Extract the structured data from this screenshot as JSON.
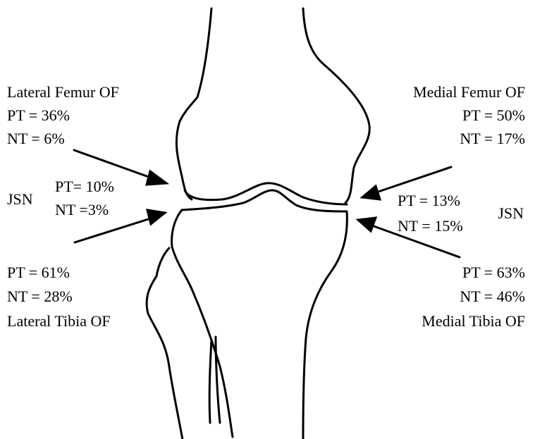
{
  "colors": {
    "line": "#000000",
    "background": "#ffffff"
  },
  "labels": {
    "lateral_femur": {
      "title": "Lateral Femur OF",
      "pt": "PT = 36%",
      "nt": "NT = 6%"
    },
    "medial_femur": {
      "title": "Medial Femur OF",
      "pt": "PT = 50%",
      "nt": "NT = 17%"
    },
    "jsn_left": {
      "title": "JSN",
      "pt": "PT= 10%",
      "nt": "NT =3%"
    },
    "jsn_right": {
      "title": "JSN",
      "pt": "PT = 13%",
      "nt": "NT = 15%"
    },
    "lateral_tibia": {
      "title": "Lateral Tibia OF",
      "pt": "PT = 61%",
      "nt": "NT = 28%"
    },
    "medial_tibia": {
      "title": "Medial Tibia OF",
      "pt": "PT = 63%",
      "nt": "NT = 46%"
    }
  }
}
